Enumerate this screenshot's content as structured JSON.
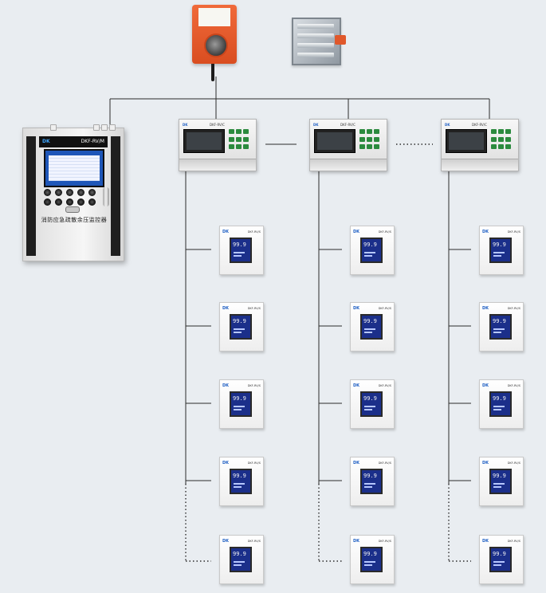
{
  "devices": {
    "cabinet": {
      "brand": "DK",
      "model": "DKF-RV/M",
      "name": "消防应急疏散余压监控器"
    },
    "controller": {
      "brand": "DK",
      "model": "DKF-RV/C"
    },
    "sensor": {
      "brand": "DK",
      "model": "DKF-RV/S",
      "reading": "99.9"
    }
  },
  "colors": {
    "actuator": "#e0582b",
    "background": "#e9edf1",
    "line": "#2b2b2b",
    "sensor_screen": "#1b2f8a"
  }
}
